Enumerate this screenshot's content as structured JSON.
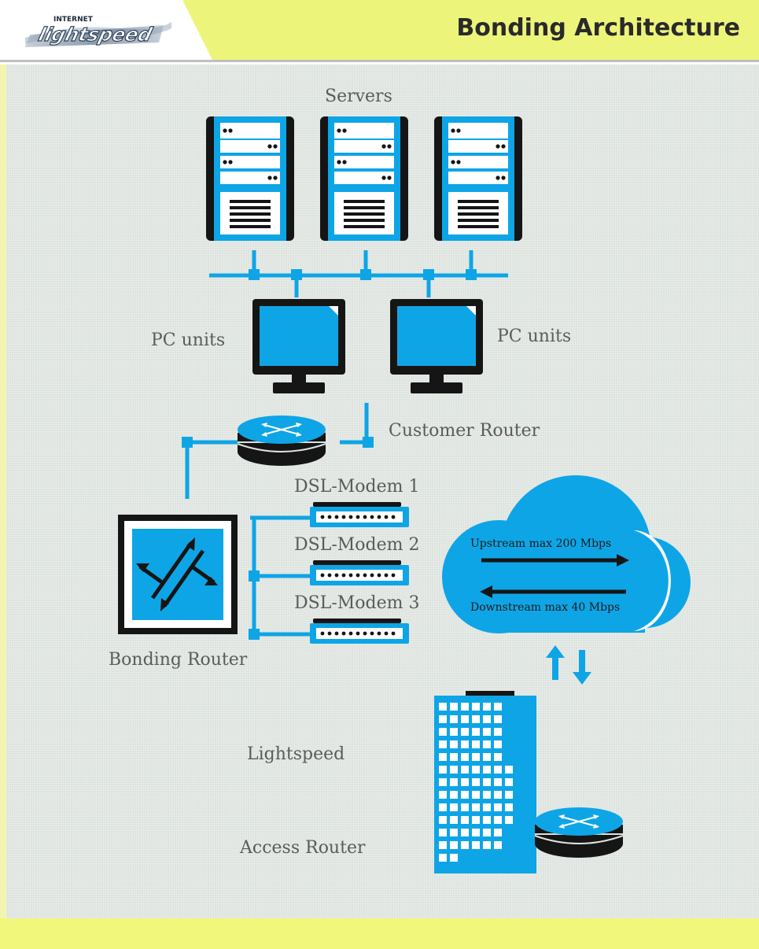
{
  "header": {
    "title": "Bonding Architecture",
    "logo_top": "INTERNET",
    "logo_main": "lightspeed"
  },
  "labels": {
    "servers": "Servers",
    "pc_units_left": "PC units",
    "pc_units_right": "PC units",
    "customer_router": "Customer  Router",
    "dsl_modem_1": "DSL-Modem 1",
    "dsl_modem_2": "DSL-Modem 2",
    "dsl_modem_3": "DSL-Modem 3",
    "bonding_router": "Bonding Router",
    "lightspeed": "Lightspeed",
    "access_router": "Access Router"
  },
  "cloud": {
    "upstream": "Upstream max 200 Mbps",
    "downstream": "Downstream max 40 Mbps"
  },
  "colors": {
    "accent_blue": "#0ea5e6",
    "dark": "#1a1a1a",
    "header_yellow": "#ecf57a",
    "panel_bg": "#dde3de"
  }
}
